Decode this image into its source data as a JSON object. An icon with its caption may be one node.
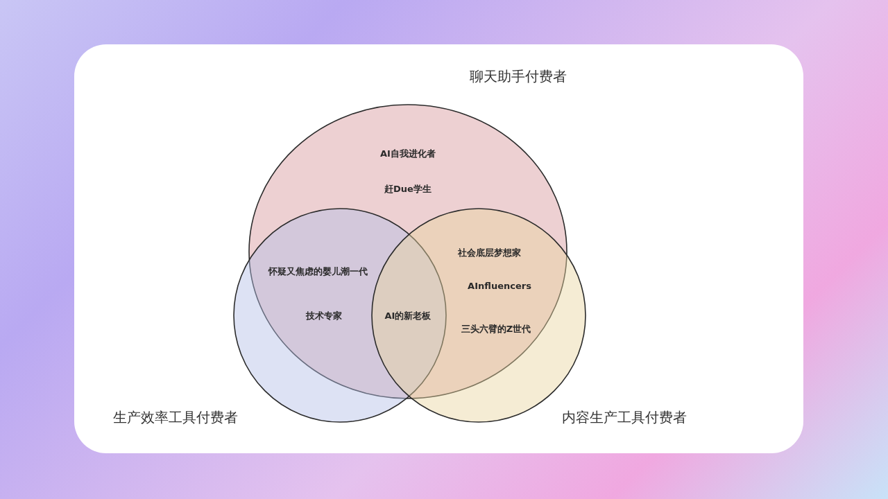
{
  "diagram": {
    "nodes": [
      {
        "text": [
          "聊天助手付费者"
        ]
      },
      {
        "text": [
          "生产效率工具付费者"
        ]
      },
      {
        "text": [
          "内容生产工具付费者"
        ]
      }
    ],
    "labels": [
      "AI自我进化者",
      "赶Due学生",
      "社会底层梦想家",
      "怀疑又焦虑的婴儿潮一代",
      "AInfluencers",
      "技术专家",
      "AI的新老板",
      "三头六臂的Z世代"
    ]
  }
}
